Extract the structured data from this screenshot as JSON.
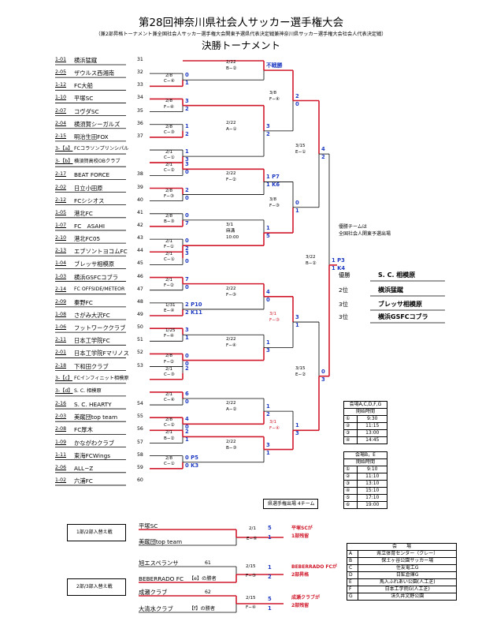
{
  "header": {
    "title": "第28回神奈川県社会人サッカー選手権大会",
    "subtitle": "（兼2部昇格トーナメント兼全国社会人サッカー選手権大会関東予選県代表決定戦兼神奈川県サッカー選手権大会社会人代表決定戦）",
    "bracket_title": "決勝トーナメント"
  },
  "teams": [
    {
      "code": "1-01",
      "name": "横浜猛蹴",
      "seed": "31"
    },
    {
      "code": "2-05",
      "name": "ザウルス西湘南",
      "seed": "32"
    },
    {
      "code": "1-12",
      "name": "FC大船",
      "seed": "33"
    },
    {
      "code": "1-10",
      "name": "平塚SC",
      "seed": "34"
    },
    {
      "code": "2-07",
      "name": "コヴダSC",
      "seed": "35"
    },
    {
      "code": "2-04",
      "name": "横須賀シーガルズ",
      "seed": "36"
    },
    {
      "code": "2-15",
      "name": "明治生田FOX",
      "seed": "37"
    },
    {
      "code": "3-【a】",
      "name": "FCコラソンプリンシパル",
      "seed": ""
    },
    {
      "code": "3-【b】",
      "name": "横須賀高校OBクラブ",
      "seed": ""
    },
    {
      "code": "2-17",
      "name": "BEAT FORCE",
      "seed": "38"
    },
    {
      "code": "2-02",
      "name": "日立小田原",
      "seed": "39"
    },
    {
      "code": "2-12",
      "name": "FCシシオス",
      "seed": "40"
    },
    {
      "code": "1-05",
      "name": "港北FC",
      "seed": "41"
    },
    {
      "code": "1-07",
      "name": "FC　ASAHI",
      "seed": "42"
    },
    {
      "code": "2-10",
      "name": "港北FC05",
      "seed": "43"
    },
    {
      "code": "2-13",
      "name": "エブソントヨコムFC",
      "seed": "44"
    },
    {
      "code": "1-04",
      "name": "ブレッサ相模原",
      "seed": "45"
    },
    {
      "code": "1-03",
      "name": "横浜GSFCコブラ",
      "seed": "46"
    },
    {
      "code": "2-14",
      "name": "FC OFFSIDE/METEOR",
      "seed": "47"
    },
    {
      "code": "2-09",
      "name": "秦野FC",
      "seed": "48"
    },
    {
      "code": "1-08",
      "name": "さがみ大沢FC",
      "seed": "49"
    },
    {
      "code": "1-06",
      "name": "フットワーククラブ",
      "seed": "50"
    },
    {
      "code": "2-11",
      "name": "日本工学院FC",
      "seed": "51"
    },
    {
      "code": "2-01",
      "name": "日本工学院Fマリノス",
      "seed": "52"
    },
    {
      "code": "2-18",
      "name": "下和田クラブ",
      "seed": "53"
    },
    {
      "code": "3-【c】",
      "name": "FCインフィニット相模原",
      "seed": ""
    },
    {
      "code": "3-【d】",
      "name": "S. C. 相模原",
      "seed": ""
    },
    {
      "code": "2-16",
      "name": "S. C. HEARTY",
      "seed": "54"
    },
    {
      "code": "2-03",
      "name": "美蹴団top team",
      "seed": "55"
    },
    {
      "code": "2-08",
      "name": "FC厚木",
      "seed": "56"
    },
    {
      "code": "1-09",
      "name": "かながわクラブ",
      "seed": "57"
    },
    {
      "code": "1-11",
      "name": "東海FCWings",
      "seed": "58"
    },
    {
      "code": "2-06",
      "name": "ALL−Z",
      "seed": "59"
    },
    {
      "code": "1-02",
      "name": "六浦FC",
      "seed": "60"
    }
  ],
  "r1": [
    {
      "date": "2/8",
      "venue": "C−④",
      "s1": "0",
      "s2": "1"
    },
    {
      "date": "2/8",
      "venue": "F−④",
      "s1": "3",
      "s2": "2"
    },
    {
      "date": "2/8",
      "venue": "C−③",
      "s1": "1",
      "s2": "2"
    },
    {
      "date": "2/1",
      "venue": "C−①",
      "s1": "1",
      "s2": "3"
    },
    {
      "date": "2/1",
      "venue": "C−②",
      "s1": "3",
      "s2": "0"
    },
    {
      "date": "2/8",
      "venue": "F−③",
      "s1": "2",
      "s2": "0"
    },
    {
      "date": "2/8",
      "venue": "B−③",
      "s1": "0",
      "s2": "7"
    },
    {
      "date": "2/1",
      "venue": "F−①",
      "s1": "0",
      "s2": "2"
    },
    {
      "date": "2/1",
      "venue": "C−①",
      "s1": "3",
      "s2": "0"
    },
    {
      "date": "2/1",
      "venue": "F−②",
      "s1": "7",
      "s2": "0"
    },
    {
      "date": "1/31",
      "venue": "E−④",
      "s1": "2 P10",
      "s2": "2 K11"
    },
    {
      "date": "1/25",
      "venue": "F−④",
      "s1": "3",
      "s2": "1"
    },
    {
      "date": "2/8",
      "venue": "F−②",
      "s1": "0",
      "s2": "0"
    },
    {
      "date": "2/1",
      "venue": "C−③",
      "s1": "2",
      "s2": ""
    },
    {
      "date": "2/1",
      "venue": "C−④",
      "s1": "6",
      "s2": "0"
    },
    {
      "date": "2/8",
      "venue": "C−②",
      "s1": "4",
      "s2": "0"
    },
    {
      "date": "2/1",
      "venue": "B−②",
      "s1": "2",
      "s2": "1"
    },
    {
      "date": "2/8",
      "venue": "C−①",
      "s1": "0 P5",
      "s2": "0 K3"
    }
  ],
  "r2": [
    {
      "date": "2/22",
      "venue": "B−②",
      "s1": "不戦勝",
      "s2": ""
    },
    {
      "date": "2/22",
      "venue": "A−①",
      "s1": "3",
      "s2": "2"
    },
    {
      "date": "2/22",
      "venue": "F−②",
      "s1": "1 P7",
      "s2": "1 K6"
    },
    {
      "date": "3/1",
      "venue": "麻溝",
      "time": "10:00",
      "s1": "1",
      "s2": "5"
    },
    {
      "date": "2/22",
      "venue": "F−③",
      "s1": "4",
      "s2": "0"
    },
    {
      "date": "2/22",
      "venue": "F−④",
      "s1": "1",
      "s2": "3"
    },
    {
      "date": "2/22",
      "venue": "A−②",
      "s1": "1",
      "s2": "2"
    },
    {
      "date": "2/22",
      "venue": "B−③",
      "s1": "3",
      "s2": "1"
    }
  ],
  "r3": [
    {
      "date": "3/8",
      "venue": "F−④",
      "s1": "2",
      "s2": "0"
    },
    {
      "date": "3/8",
      "venue": "F−③",
      "s1": "0",
      "s2": "1"
    },
    {
      "date": "3/1",
      "venue": "F−③",
      "s1": "3",
      "s2": "1"
    },
    {
      "date": "3/1",
      "venue": "F−④",
      "s1": "1",
      "s2": "3"
    }
  ],
  "r4": [
    {
      "date": "3/15",
      "venue": "E−①",
      "s1": "4",
      "s2": "2"
    },
    {
      "date": "3/15",
      "venue": "E−②",
      "s1": "0",
      "s2": "3"
    }
  ],
  "final": {
    "date": "3/22",
    "venue": "B−②",
    "s1": "1 P3",
    "s2": "1 K4"
  },
  "results": {
    "note_line1": "優勝チームは",
    "note_line2": "全国社会人関東予選出場",
    "rows": [
      {
        "rank": "優勝",
        "team": "S. C. 相模原"
      },
      {
        "rank": "2位",
        "team": "横浜猛蹴"
      },
      {
        "rank": "3位",
        "team": "ブレッサ相模原"
      },
      {
        "rank": "3位",
        "team": "横浜GSFCコブラ"
      }
    ]
  },
  "times_acdfg": {
    "header": "会場A,C,D,F,G",
    "sub": "開始時間",
    "rows": [
      [
        "①",
        "9:30"
      ],
      [
        "②",
        "11:15"
      ],
      [
        "③",
        "13:00"
      ],
      [
        "④",
        "14:45"
      ]
    ]
  },
  "times_be": {
    "header": "会場B，E",
    "sub": "開始時間",
    "rows": [
      [
        "①",
        "9:10"
      ],
      [
        "②",
        "11:10"
      ],
      [
        "③",
        "13:10"
      ],
      [
        "④",
        "15:10"
      ],
      [
        "⑤",
        "17:10"
      ],
      [
        "⑥",
        "19:00"
      ]
    ]
  },
  "kensen_label": "県選手権出場 4チーム",
  "playoff1": {
    "label": "1部/2部入替え戦",
    "team1": "平塚SC",
    "team2": "美蹴団top team",
    "date": "2/1",
    "venue": "E−⑥",
    "s1": "5",
    "s2": "1",
    "result_l1": "平塚SCが",
    "result_l2": "1部残留"
  },
  "playoff2": {
    "label": "2部/3部入替え戦",
    "matchA": {
      "team1": "旭エスペランサ",
      "seed1": "61",
      "team2": "BEBERRADO FC",
      "seed2": "【e】の勝者",
      "date": "2/15",
      "venue": "F−③",
      "s1": "1",
      "s2": "2",
      "result_l1": "BEBERRADO FCが",
      "result_l2": "2部昇格"
    },
    "matchB": {
      "team1": "成瀬クラブ",
      "seed1": "62",
      "team2": "大清水クラブ",
      "seed2": "【f】の勝者",
      "date": "2/15",
      "venue": "F−④",
      "s1": "5",
      "s2": "1",
      "result_l1": "成瀬クラブが",
      "result_l2": "2部残留"
    }
  },
  "venues": {
    "header": "会　　場",
    "rows": [
      [
        "A",
        "県立体育センター（クレー）"
      ],
      [
        "B",
        "保土ヶ谷公園サッカー場"
      ],
      [
        "C",
        "住友電工G"
      ],
      [
        "D",
        "日鉱倉庫G"
      ],
      [
        "E",
        "馬入ふれあい公園(人工芝)"
      ],
      [
        "F",
        "日本工学院G(人工芝)"
      ],
      [
        "G",
        "沫久井文野公園"
      ]
    ]
  },
  "colors": {
    "win": "#d0192b",
    "score": "#1f3bc3",
    "line": "#000000"
  }
}
